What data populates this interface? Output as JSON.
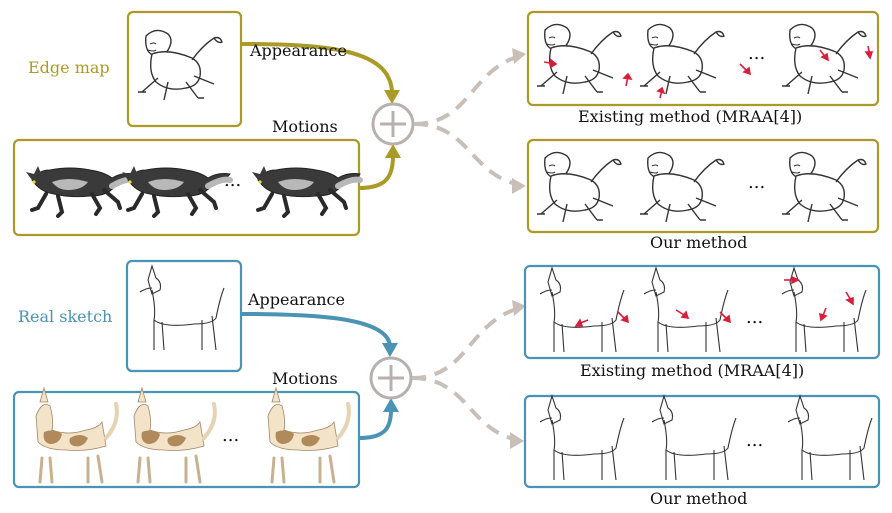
{
  "colors": {
    "gold": "#aa9a28",
    "blue": "#4b93b5",
    "dashed_arrow": "#c8c0b8",
    "plus_circle": "#b8b0ac",
    "red_marker": "#d81e3c",
    "lion_line": "#333333",
    "wolf_dark": "#3a3a3a",
    "wolf_light": "#b8b8b8",
    "dog_tan": "#b08a5a",
    "dog_cream": "#f3e3c9"
  },
  "icons": {
    "combine": "plus-circle-icon",
    "arrow": "arrow-head-icon",
    "marker": "red-arrow-marker-icon"
  },
  "top_section": {
    "label": "Edge map",
    "appearance_label": "Appearance",
    "motions_label": "Motions",
    "ellipsis": "...",
    "existing_label": "Existing method (MRAA[4])",
    "ours_label": "Our method"
  },
  "bottom_section": {
    "label": "Real sketch",
    "appearance_label": "Appearance",
    "motions_label": "Motions",
    "ellipsis": "...",
    "existing_label": "Existing method (MRAA[4])",
    "ours_label": "Our method"
  }
}
